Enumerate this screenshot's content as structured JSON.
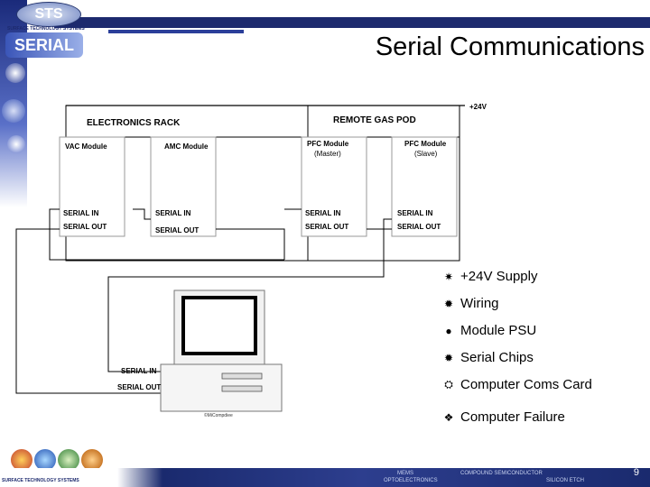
{
  "header": {
    "logo_text": "STS",
    "company_name": "SURFACE TECHNOLOGY SYSTEMS",
    "seal_text": "SERIAL",
    "title": "Serial Communications"
  },
  "diagram": {
    "supply_label": "+24V",
    "electronics_rack": "ELECTRONICS RACK",
    "remote_gas_pod": "REMOTE GAS POD",
    "modules": [
      {
        "name": "VAC Module",
        "sub": "",
        "in": "SERIAL IN",
        "out": "SERIAL OUT"
      },
      {
        "name": "AMC Module",
        "sub": "",
        "in": "SERIAL IN",
        "out": "SERIAL OUT"
      },
      {
        "name": "PFC Module",
        "sub": "(Master)",
        "in": "SERIAL IN",
        "out": "SERIAL OUT"
      },
      {
        "name": "PFC Module",
        "sub": "(Slave)",
        "in": "SERIAL IN",
        "out": "SERIAL OUT"
      }
    ],
    "computer": {
      "in": "SERIAL IN",
      "out": "SERIAL OUT",
      "credit": "©MiCompdiee"
    }
  },
  "legend": [
    {
      "icon": "✷",
      "icon_name": "star-icon",
      "label": "+24V Supply"
    },
    {
      "icon": "✹",
      "icon_name": "star-icon",
      "label": "Wiring"
    },
    {
      "icon": "●",
      "icon_name": "sun-icon",
      "label": "Module PSU"
    },
    {
      "icon": "✹",
      "icon_name": "star-icon",
      "label": "Serial Chips"
    },
    {
      "icon": "⛭",
      "icon_name": "gear-icon",
      "label": "Computer Coms Card"
    },
    {
      "icon": "❖",
      "icon_name": "diamond-icon",
      "label": "Computer Failure"
    }
  ],
  "footer": {
    "company_name": "SURFACE TECHNOLOGY SYSTEMS",
    "tag1": "MEMS",
    "tag2": "COMPOUND SEMICONDUCTOR",
    "tag3": "OPTOELECTRONICS",
    "tag4": "SILICON ETCH",
    "page_number": "9"
  }
}
